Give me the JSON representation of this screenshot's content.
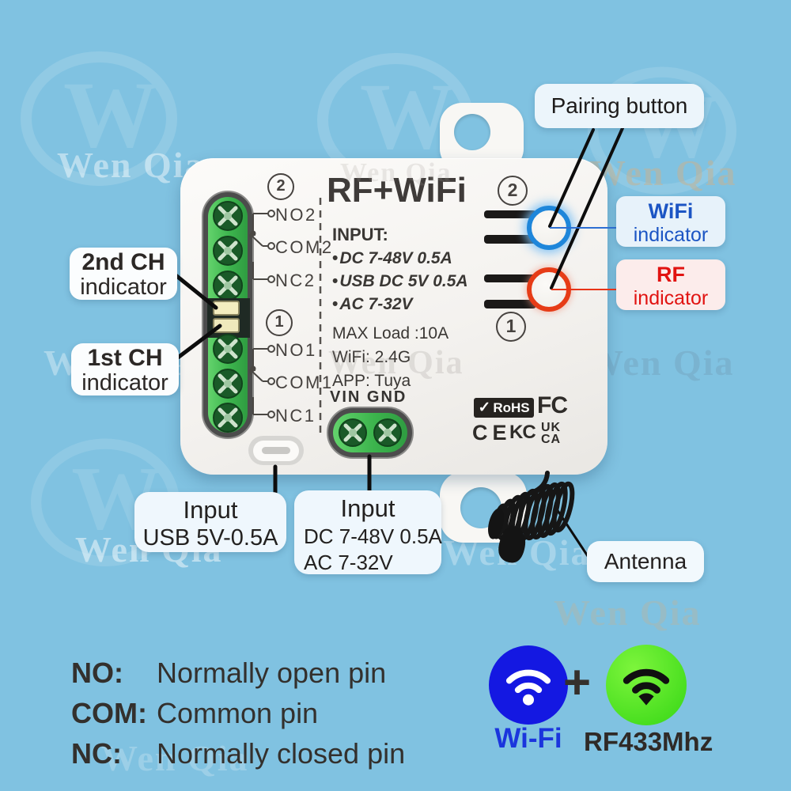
{
  "background": {
    "color": "#80c2e1"
  },
  "watermark": {
    "brand": "Wen Qia",
    "logo_letter": "W"
  },
  "device": {
    "title": "RF+WiFi",
    "channel_badges": {
      "left_top": "2",
      "left_mid": "1",
      "right_top": "2",
      "right_bottom": "1"
    },
    "relay2_terminals": [
      "NO2",
      "COM2",
      "NC2"
    ],
    "relay1_terminals": [
      "NO1",
      "COM1",
      "NC1"
    ],
    "specs": {
      "input_heading": "INPUT:",
      "bullet_glyph": "•",
      "bullets": [
        "DC 7-48V 0.5A",
        "USB DC 5V 0.5A",
        "AC 7-32V"
      ],
      "info": [
        "MAX Load :10A",
        "WiFi: 2.4G",
        "APP: Tuya"
      ]
    },
    "power_terminal_label": "VIN GND",
    "certifications": {
      "rohs_check": "✓",
      "rohs": "RoHS",
      "fcc": "FC",
      "ce": "CE",
      "kc": "KC",
      "ukca_line1": "UK",
      "ukca_line2": "CA"
    }
  },
  "callouts": {
    "pairing": {
      "label": "Pairing button"
    },
    "wifi_indicator": {
      "line1": "WiFi",
      "line2": "indicator",
      "color": "#1c55c4"
    },
    "rf_indicator": {
      "line1": "RF",
      "line2": "indicator",
      "color": "#e11311"
    },
    "ch2": {
      "line1": "2nd CH",
      "line2": "indicator"
    },
    "ch1": {
      "line1": "1st CH",
      "line2": "indicator"
    },
    "usb_input": {
      "line1": "Input",
      "line2": "USB 5V-0.5A"
    },
    "dc_input": {
      "line1": "Input",
      "line2": "DC 7-48V 0.5A",
      "line3": "AC 7-32V"
    },
    "antenna": {
      "label": "Antenna"
    }
  },
  "legend": {
    "rows": [
      {
        "term": "NO:",
        "desc": "Normally open pin"
      },
      {
        "term": "COM:",
        "desc": "Common pin"
      },
      {
        "term": "NC:",
        "desc": "Normally closed pin"
      }
    ]
  },
  "badges": {
    "wifi": {
      "label": "Wi-Fi",
      "circle_color": "#1418e2",
      "text_color": "#1b35dd"
    },
    "plus": "+",
    "rf": {
      "label": "RF433Mhz",
      "circle_color": "#35d615",
      "text_color": "#2f2a27"
    }
  }
}
